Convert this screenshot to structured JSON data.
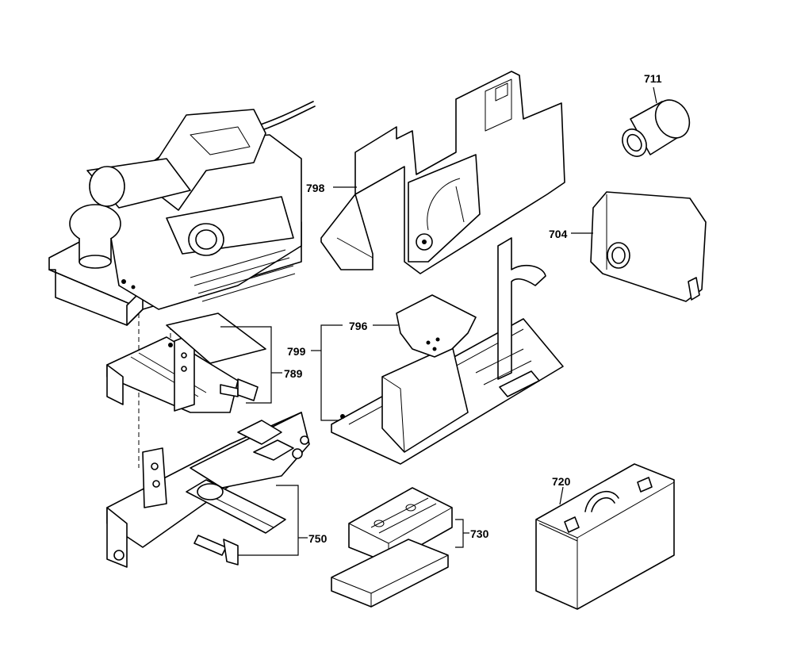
{
  "callouts": {
    "c711": "711",
    "c798": "798",
    "c704": "704",
    "c796": "796",
    "c799": "799",
    "c789": "789",
    "c750": "750",
    "c730": "730",
    "c720": "720"
  }
}
